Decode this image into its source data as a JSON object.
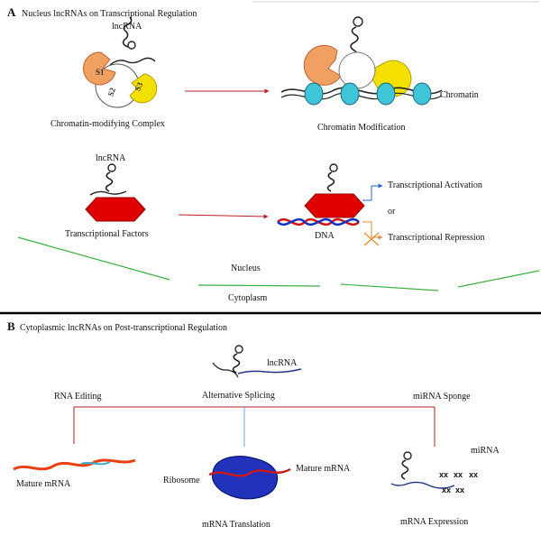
{
  "panel_a": {
    "letter": "A",
    "title": "Nucleus lncRNAs on Transcriptional Regulation",
    "complex_lncrna_label": "lncRNA",
    "subunit_labels": [
      "S1",
      "S2",
      "S3"
    ],
    "complex_label": "Chromatin-modifying Complex",
    "modification_label": "Chromatin Modification",
    "chromatin_label": "Chromatin",
    "tf_lncrna_label": "lncRNA",
    "tf_label": "Transcriptional Factors",
    "dna_label": "DNA",
    "activation_label": "Transcriptional Activation",
    "or_label": "or",
    "repression_label": "Transcriptional Repression",
    "nucleus_label": "Nucleus",
    "cytoplasm_label": "Cytoplasm"
  },
  "panel_b": {
    "letter": "B",
    "title": "Cytoplasmic lncRNAs on Post-transcriptional Regulation",
    "lncrna_label": "lncRNA",
    "rna_editing_label": "RNA Editing",
    "alt_splicing_label": "Alternative Splicing",
    "mirna_sponge_label": "miRNA Sponge",
    "mature_mrna_left": "Mature mRNA",
    "ribosome_label": "Ribosome",
    "mature_mrna_mid": "Mature mRNA",
    "mirna_label": "miRNA",
    "mirna_marks": [
      "xx",
      "xx",
      "xx",
      "xx",
      "xx"
    ],
    "translation_label": "mRNA Translation",
    "expression_label": "mRNA Expression"
  },
  "colors": {
    "arrow_red": "#b22222",
    "subunit_orange": "#f0a060",
    "subunit_yellow": "#f4e000",
    "histone_cyan": "#3ec6d8",
    "tf_red": "#e00000",
    "membrane_green": "#3cb043",
    "ribosome_blue": "#2233bb",
    "activation_blue": "#2266cc",
    "repression_orange": "#e08a30"
  }
}
